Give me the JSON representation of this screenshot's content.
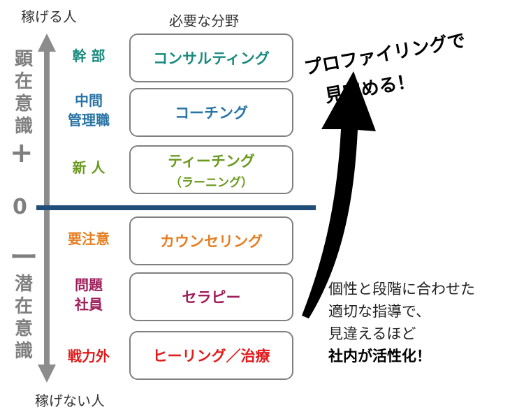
{
  "axis": {
    "top_label": "稼げる人",
    "bottom_label": "稼げない人",
    "upper_side": [
      "顕",
      "在",
      "意",
      "識"
    ],
    "lower_side": [
      "潜",
      "在",
      "意",
      "識"
    ],
    "plus": "+",
    "zero": "0",
    "minus": "ー"
  },
  "header": {
    "fields_title": "必要な分野"
  },
  "rows": [
    {
      "role": "幹 部",
      "field": "コンサルティング",
      "sub": "",
      "color": "#1a8a7f"
    },
    {
      "role": "中間\n管理職",
      "field": "コーチング",
      "sub": "",
      "color": "#2874a6"
    },
    {
      "role": "新 人",
      "field": "ティーチング",
      "sub": "（ラーニング）",
      "color": "#6a9a1f"
    },
    {
      "role": "要注意",
      "field": "カウンセリング",
      "sub": "",
      "color": "#e67e22"
    },
    {
      "role": "問題\n社員",
      "field": "セラピー",
      "sub": "",
      "color": "#9e1d5a"
    },
    {
      "role": "戦力外",
      "field": "ヒーリング／治療",
      "sub": "",
      "color": "#e01b1b"
    }
  ],
  "callout": {
    "line1": "プロファイリングで",
    "line2": "見究める！"
  },
  "note": {
    "line1": "個性と段階に合わせた",
    "line2": "適切な指導で、",
    "line3": "見違えるほど",
    "line4": "社内が活性化！"
  }
}
